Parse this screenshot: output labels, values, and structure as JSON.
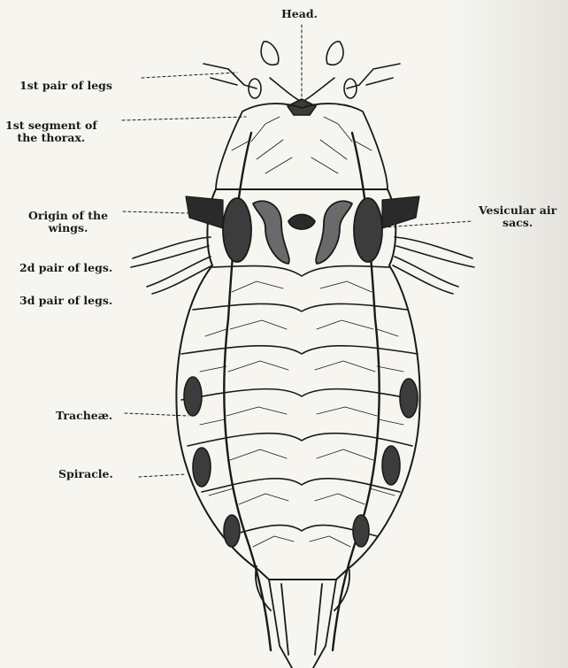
{
  "labels": {
    "head": "Head.",
    "legs1": "1st pair of legs",
    "seg1_line1": "1st  segment  of",
    "seg1_line2": "the thorax.",
    "wings_line1": "Origin  of  the",
    "wings_line2": "wings.",
    "legs2": "2d pair of legs.",
    "legs3": "3d pair of legs.",
    "tracheae": "Tracheæ.",
    "spiracle": "Spiracle.",
    "airsacs_line1": "Vesicular air",
    "airsacs_line2": "sacs."
  },
  "colors": {
    "ink": "#1a1a1a",
    "paper": "#f6f5f0",
    "shade": "#3c3c3c"
  }
}
